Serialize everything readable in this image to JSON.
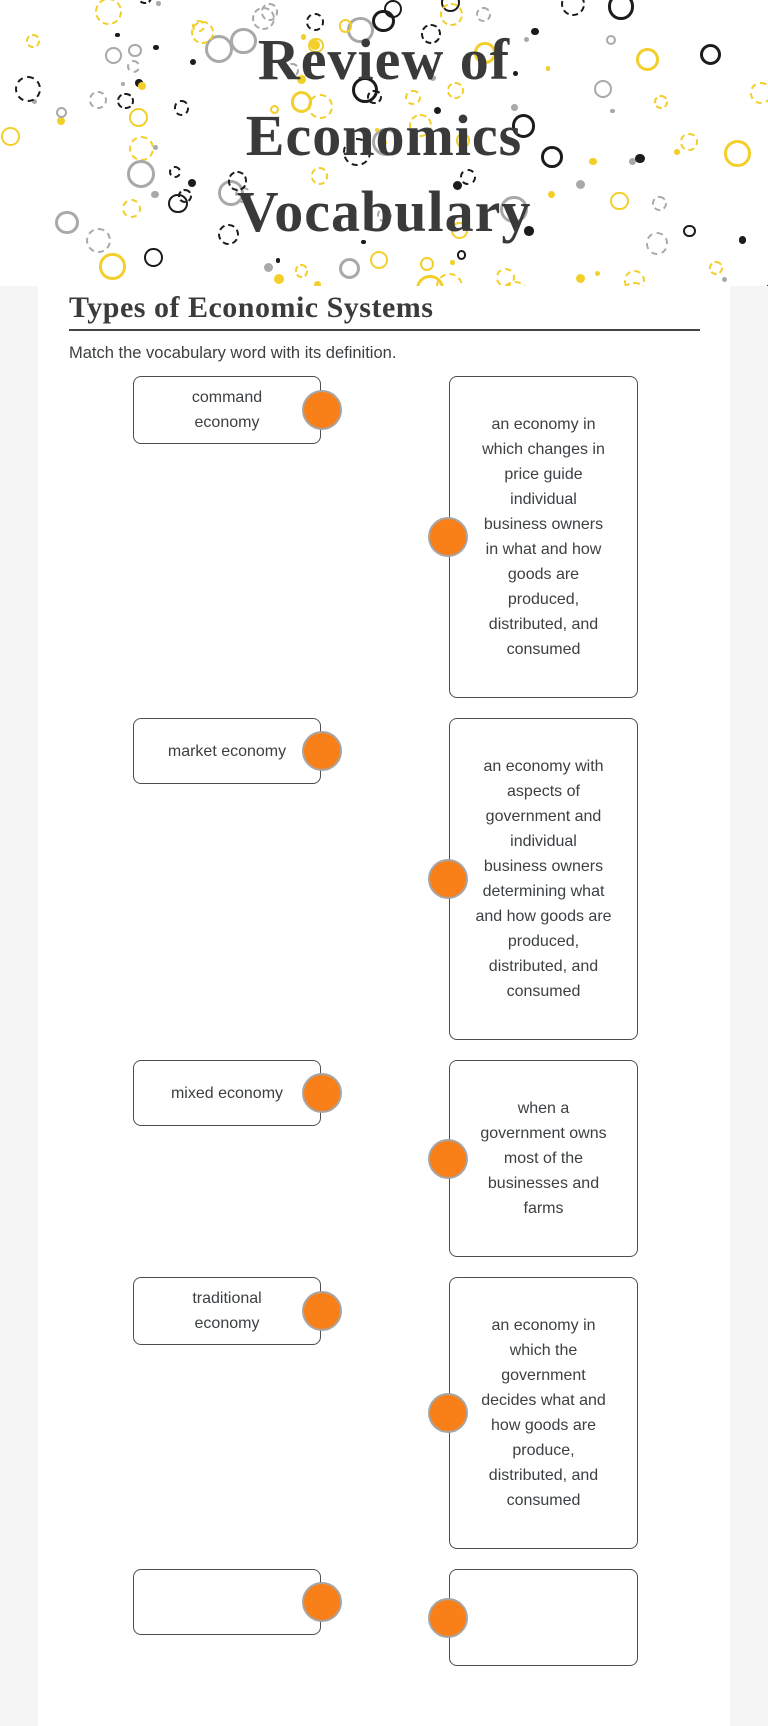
{
  "banner": {
    "title_lines": [
      "Review of",
      "Economics",
      "Vocabulary"
    ],
    "title_color": "#3a3a3a",
    "background": "#ffffff",
    "decor_palette": {
      "yellow": "#f2cf2b",
      "gray": "#a9a9a9",
      "black": "#1c1c1c"
    }
  },
  "section": {
    "title": "Types of Economic Systems",
    "instructions": "Match the vocabulary word with its definition."
  },
  "match": {
    "connector_color": "#f98018",
    "connector_ring_color": "#a6a6a6",
    "pairs": [
      {
        "term": "command\neconomy",
        "definition": "an economy in\nwhich changes in\nprice guide\nindividual\nbusiness owners\nin what and how\ngoods are\nproduced,\ndistributed, and\nconsumed"
      },
      {
        "term": "market economy",
        "definition": "an economy with\naspects of\ngovernment and\nindividual\nbusiness owners\ndetermining what\nand how goods are\nproduced,\ndistributed, and\nconsumed"
      },
      {
        "term": "mixed economy",
        "definition": "when a\ngovernment owns\nmost of the\nbusinesses and\nfarms"
      },
      {
        "term": "traditional\neconomy",
        "definition": "an economy in\nwhich the\ngovernment\ndecides what and\nhow goods are\nproduce,\ndistributed, and\nconsumed"
      },
      {
        "term": "",
        "definition": ""
      }
    ]
  }
}
